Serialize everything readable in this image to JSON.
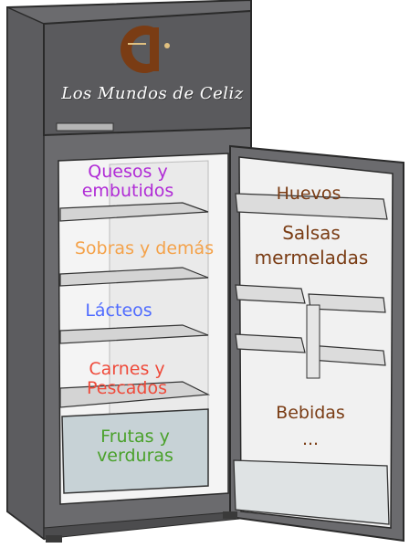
{
  "brand": {
    "name": "Los Mundos de Celiz"
  },
  "compartments": {
    "quesos": {
      "line1": "Quesos y",
      "line2": "embutidos",
      "color": "#b02bd6"
    },
    "sobras": {
      "text": "Sobras y demás",
      "color": "#f4a24a"
    },
    "lacteos": {
      "text": "Lácteos",
      "color": "#4f6bff"
    },
    "carnes": {
      "line1": "Carnes y",
      "line2": "Pescados",
      "color": "#ef4a3a"
    },
    "frutas": {
      "line1": "Frutas y",
      "line2": "verduras",
      "color": "#4aa12b"
    }
  },
  "door": {
    "huevos": {
      "text": "Huevos",
      "color": "#7a3c14"
    },
    "salsas": {
      "line1": "Salsas",
      "line2": "mermeladas",
      "color": "#7a3c14"
    },
    "bebidas": {
      "line1": "Bebidas",
      "line2": "...",
      "color": "#7a3c14"
    }
  },
  "colors": {
    "body": "#6b6b6e",
    "top_panel": "#5a5a5d",
    "interior": "#f4f4f4",
    "shelf": "#b9b9b9",
    "crisper": "#c7d2d6",
    "logo": "#7a3c14",
    "door_panel": "#6b6b6e"
  }
}
